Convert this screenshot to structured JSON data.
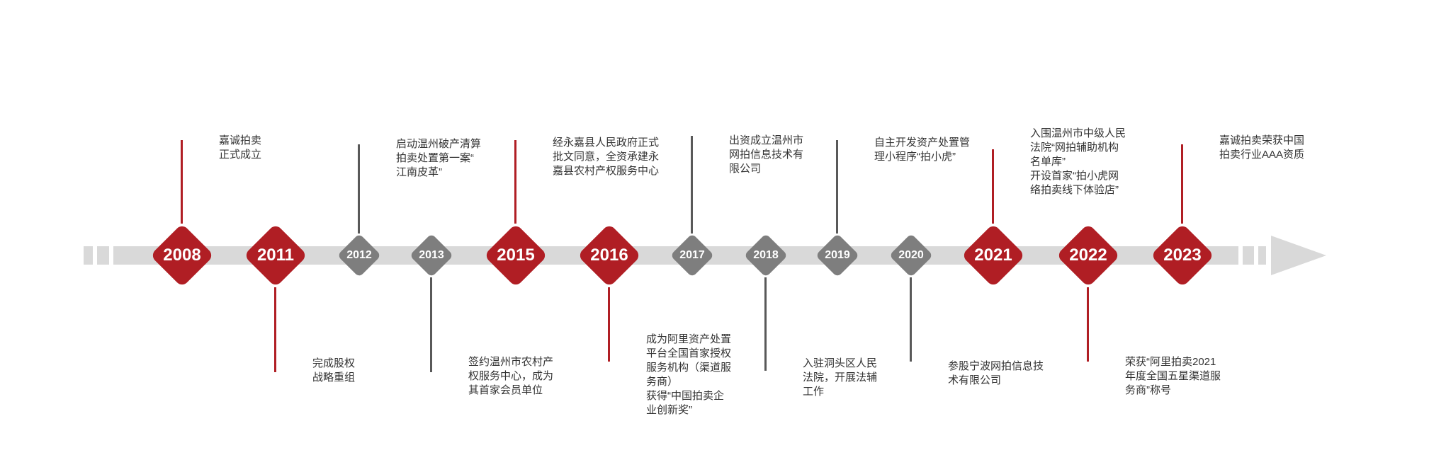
{
  "colors": {
    "accent_red": "#b01e24",
    "marker_gray": "#7e7e7e",
    "connector_gray": "#595959",
    "band_gray": "#d9d9d9",
    "text_dark": "#333333",
    "year_text": "#ffffff"
  },
  "timeline": {
    "items": [
      {
        "year": "2008",
        "color": "red",
        "side": "above",
        "text": "嘉诚拍卖\n正式成立"
      },
      {
        "year": "2011",
        "color": "red",
        "side": "below",
        "text": "完成股权\n战略重组"
      },
      {
        "year": "2012",
        "color": "gray",
        "side": "above",
        "text": "启动温州破产清算\n拍卖处置第一案“\n江南皮革”"
      },
      {
        "year": "2013",
        "color": "gray",
        "side": "below",
        "text": "签约温州市农村产\n权服务中心，成为\n其首家会员单位"
      },
      {
        "year": "2015",
        "color": "red",
        "side": "above",
        "text": "经永嘉县人民政府正式\n批文同意，全资承建永\n嘉县农村产权服务中心"
      },
      {
        "year": "2016",
        "color": "red",
        "side": "below",
        "text": "成为阿里资产处置\n平台全国首家授权\n服务机构（渠道服\n务商）\n获得“中国拍卖企\n业创新奖”"
      },
      {
        "year": "2017",
        "color": "gray",
        "side": "above",
        "text": "出资成立温州市\n网拍信息技术有\n限公司"
      },
      {
        "year": "2018",
        "color": "gray",
        "side": "below",
        "text": "入驻洞头区人民\n法院，开展法辅\n工作"
      },
      {
        "year": "2019",
        "color": "gray",
        "side": "above",
        "text": "自主开发资产处置管\n理小程序“拍小虎”"
      },
      {
        "year": "2020",
        "color": "gray",
        "side": "below",
        "text": "参股宁波网拍信息技\n术有限公司"
      },
      {
        "year": "2021",
        "color": "red",
        "side": "above",
        "text": "入围温州市中级人民\n法院“网拍辅助机构\n名单库”\n开设首家“拍小虎网\n络拍卖线下体验店”"
      },
      {
        "year": "2022",
        "color": "red",
        "side": "below",
        "text": "荣获“阿里拍卖2021\n年度全国五星渠道服\n务商”称号"
      },
      {
        "year": "2023",
        "color": "red",
        "side": "above",
        "text": "嘉诚拍卖荣获中国\n拍卖行业AAA资质"
      }
    ]
  }
}
